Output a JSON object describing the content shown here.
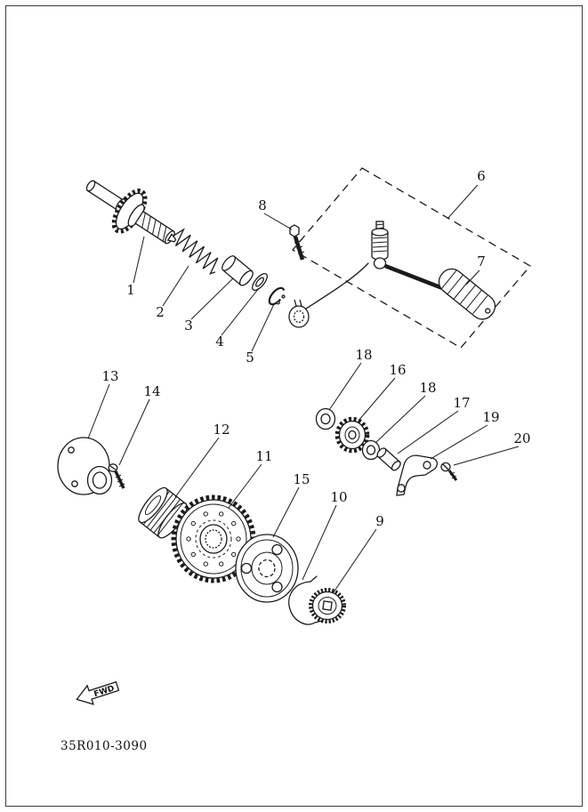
{
  "diagram": {
    "code": "35R010-3090",
    "fwd_label": "FWD"
  },
  "callouts": {
    "c1": "1",
    "c2": "2",
    "c3": "3",
    "c4": "4",
    "c5": "5",
    "c6": "6",
    "c7": "7",
    "c8": "8",
    "c9": "9",
    "c10": "10",
    "c11": "11",
    "c12": "12",
    "c13": "13",
    "c14": "14",
    "c15": "15",
    "c16": "16",
    "c17": "17",
    "c18a": "18",
    "c18b": "18",
    "c19": "19",
    "c20": "20"
  }
}
